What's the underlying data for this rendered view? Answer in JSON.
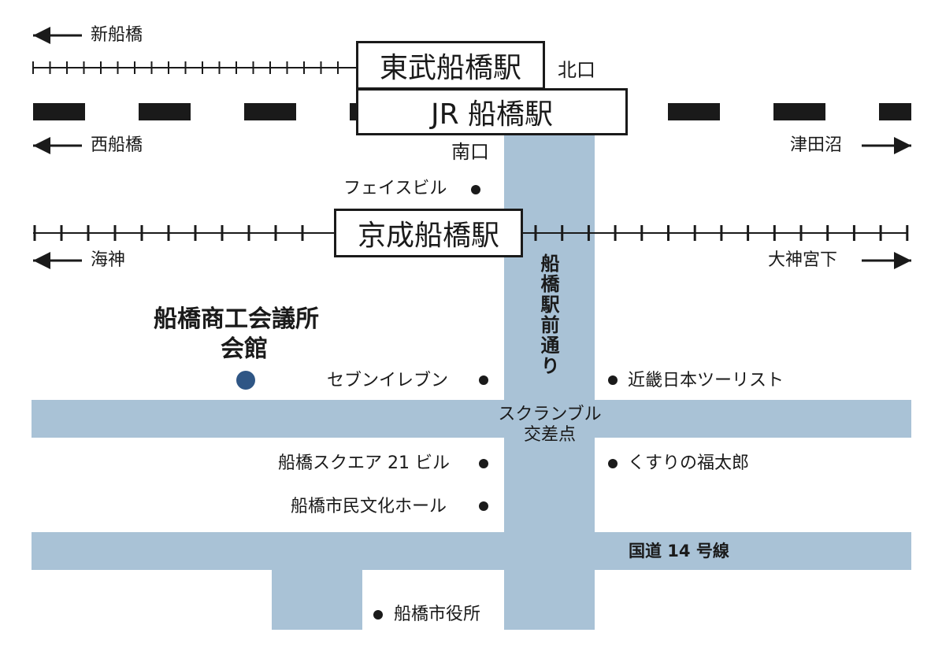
{
  "tobu": {
    "station": "東武船橋駅",
    "exit": "北口",
    "west": "新船橋"
  },
  "jr": {
    "station": "JR 船橋駅",
    "exit": "南口",
    "west": "西船橋",
    "east": "津田沼"
  },
  "keisei": {
    "station": "京成船橋駅",
    "west": "海神",
    "east": "大神宮下"
  },
  "roads": {
    "avenue": "船橋駅前通り",
    "crossing": "スクランブル\n交差点",
    "route14": "国道 14 号線"
  },
  "venue": {
    "name_line1": "船橋商工会議所",
    "name_line2": "会館",
    "color": "#2f5685"
  },
  "landmarks": {
    "face": "フェイスビル",
    "seven": "セブンイレブン",
    "kinki": "近畿日本ツーリスト",
    "square21": "船橋スクエア 21 ビル",
    "kusuri": "くすりの福太郎",
    "hall": "船橋市民文化ホール",
    "cityhall": "船橋市役所"
  },
  "colors": {
    "road": "#a9c2d6",
    "line": "#1a1a1a"
  }
}
